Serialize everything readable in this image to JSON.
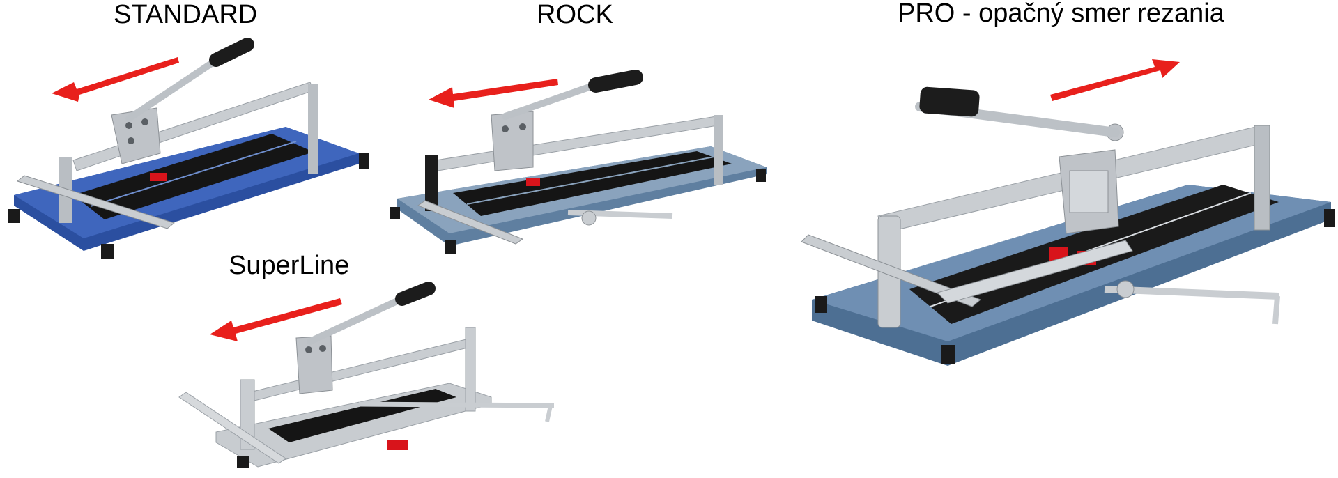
{
  "labels": {
    "standard": "STANDARD",
    "rock": "ROCK",
    "pro": "PRO - opačný smer rezania",
    "superline": "SuperLine"
  },
  "colors": {
    "arrow": "#e8201c",
    "base_standard": "#2b4fa0",
    "base_rock": "#5f7fa0",
    "base_pro": "#4d6f93",
    "base_superline": "#c8ccd0",
    "aluminium": "#c9cdd1",
    "handle_grip": "#1c1c1c",
    "cutting_mat": "#151515",
    "clamp_red": "#d8141b"
  },
  "products": [
    {
      "id": "standard",
      "arrow_direction": "left"
    },
    {
      "id": "rock",
      "arrow_direction": "left"
    },
    {
      "id": "superline",
      "arrow_direction": "left"
    },
    {
      "id": "pro",
      "arrow_direction": "right"
    }
  ]
}
